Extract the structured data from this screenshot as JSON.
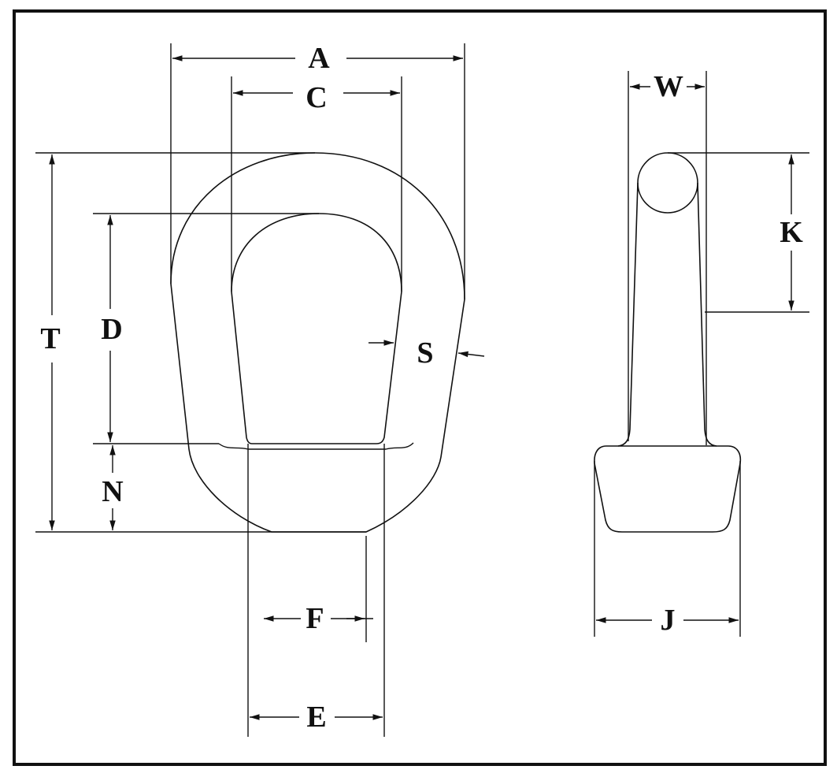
{
  "diagram": {
    "front_view_labels": {
      "A": "A",
      "C": "C",
      "T": "T",
      "D": "D",
      "N": "N",
      "S": "S",
      "F": "F",
      "E": "E"
    },
    "side_view_labels": {
      "W": "W",
      "K": "K",
      "J": "J"
    }
  }
}
